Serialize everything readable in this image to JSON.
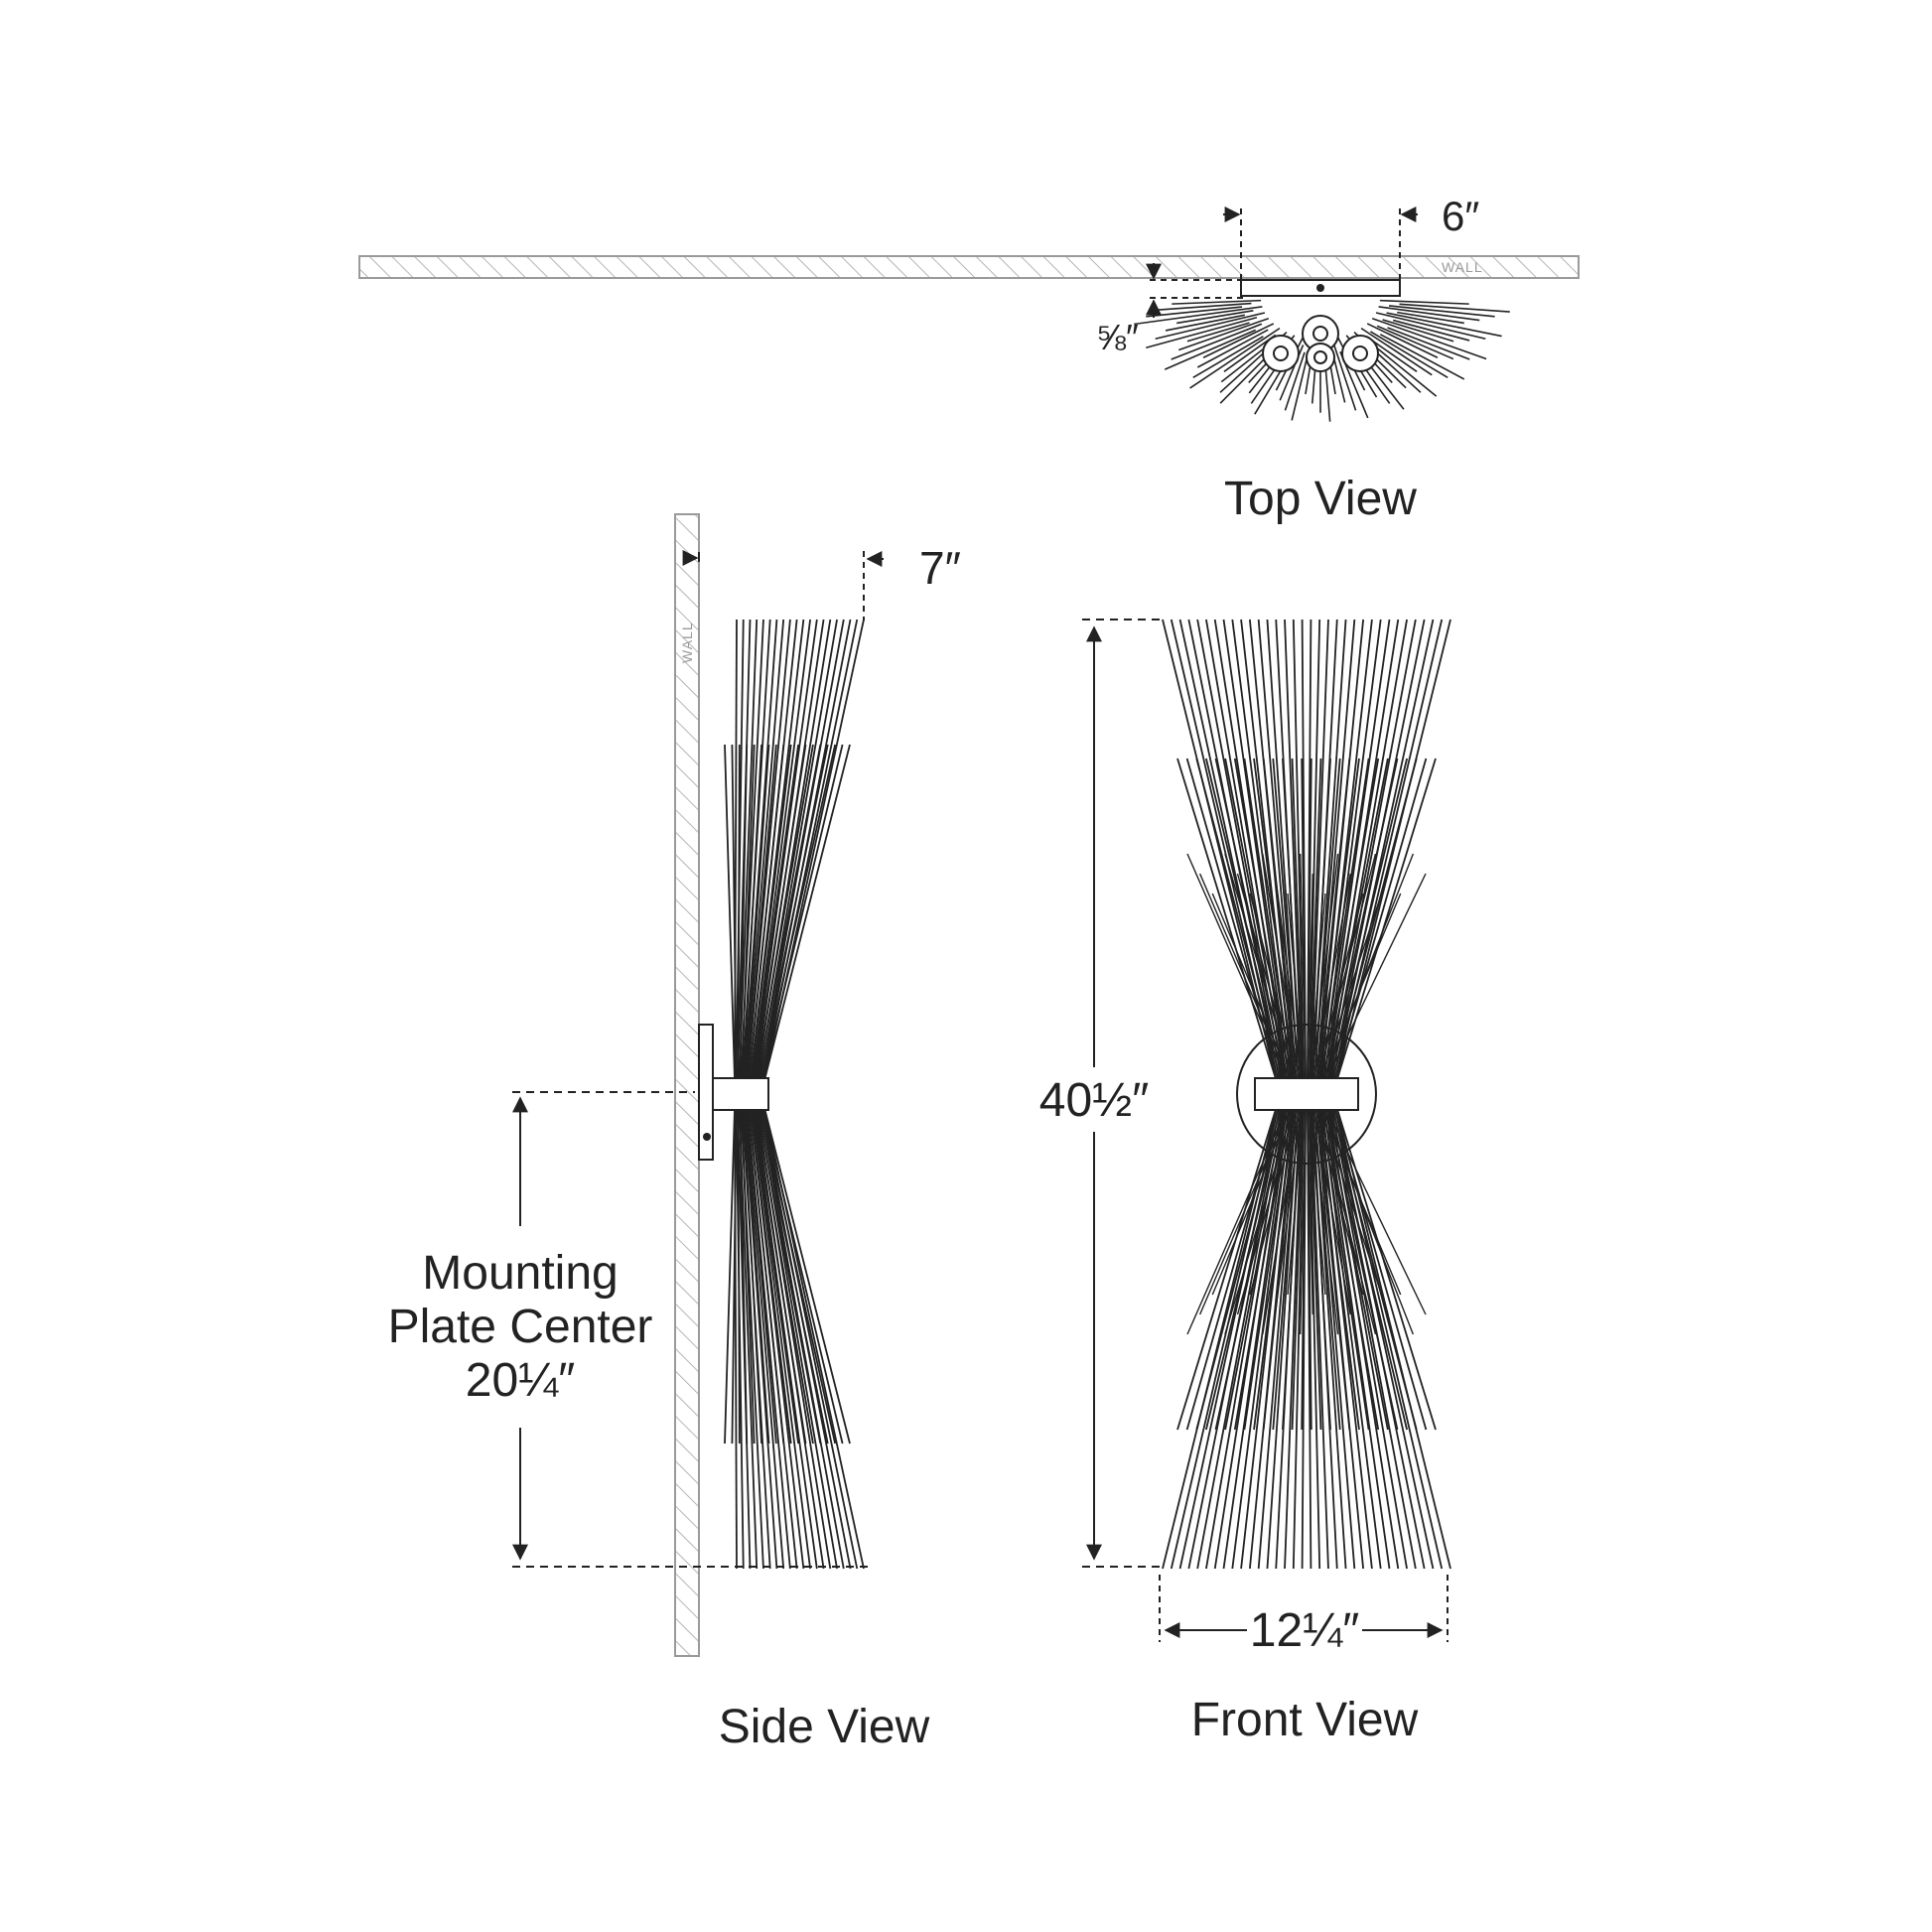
{
  "top_view": {
    "title": "Top View",
    "wall_label": "WALL",
    "depth_dim": "6″",
    "plate_dim": "⅝″"
  },
  "side_view": {
    "title": "Side View",
    "wall_label": "WALL",
    "depth_dim": "7″",
    "mounting_label_line1": "Mounting",
    "mounting_label_line2": "Plate Center",
    "mounting_dim": "20¼″"
  },
  "front_view": {
    "title": "Front View",
    "height_dim": "40½″",
    "width_dim": "12¼″"
  }
}
